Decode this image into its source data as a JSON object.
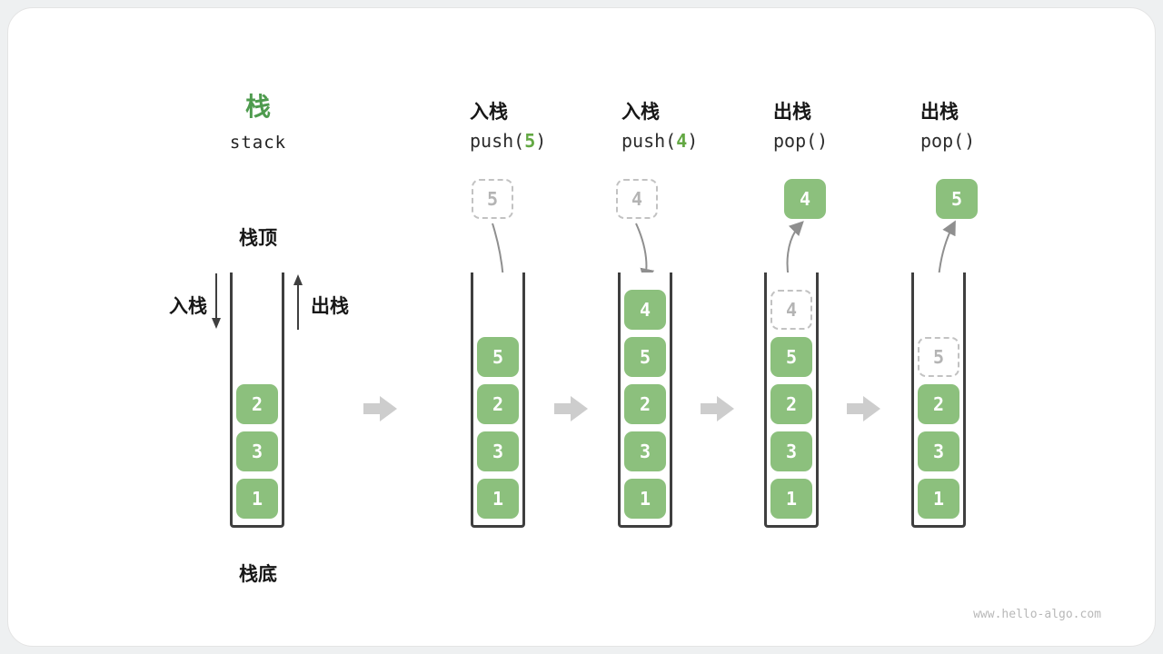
{
  "watermark": "www.hello-algo.com",
  "title": {
    "zh": "栈",
    "en": "stack"
  },
  "labels": {
    "stack_top": "栈顶",
    "stack_bottom": "栈底",
    "push": "入栈",
    "pop": "出栈"
  },
  "columns": [
    {
      "name": "initial-stack",
      "stack": [
        "2",
        "3",
        "1"
      ]
    },
    {
      "name": "push-5",
      "op": "入栈",
      "code": {
        "pre": "push(",
        "num": "5",
        "post": ")"
      },
      "floating": "5",
      "stack": [
        "5",
        "2",
        "3",
        "1"
      ]
    },
    {
      "name": "push-4",
      "op": "入栈",
      "code": {
        "pre": "push(",
        "num": "4",
        "post": ")"
      },
      "floating": "4",
      "stack": [
        "4",
        "5",
        "2",
        "3",
        "1"
      ]
    },
    {
      "name": "pop-4",
      "op": "出栈",
      "code": {
        "pre": "pop(",
        "num": "",
        "post": ")"
      },
      "floating": "4",
      "ghost": "4",
      "stack": [
        "5",
        "2",
        "3",
        "1"
      ]
    },
    {
      "name": "pop-5",
      "op": "出栈",
      "code": {
        "pre": "pop(",
        "num": "",
        "post": ")"
      },
      "floating": "5",
      "ghost": "5",
      "stack": [
        "2",
        "3",
        "1"
      ]
    }
  ],
  "colors": {
    "cell_green": "#8cc07d",
    "title_green": "#4e9b4e",
    "code_number_green": "#63a843",
    "transition_arrow_gray": "#cdcdcd"
  }
}
